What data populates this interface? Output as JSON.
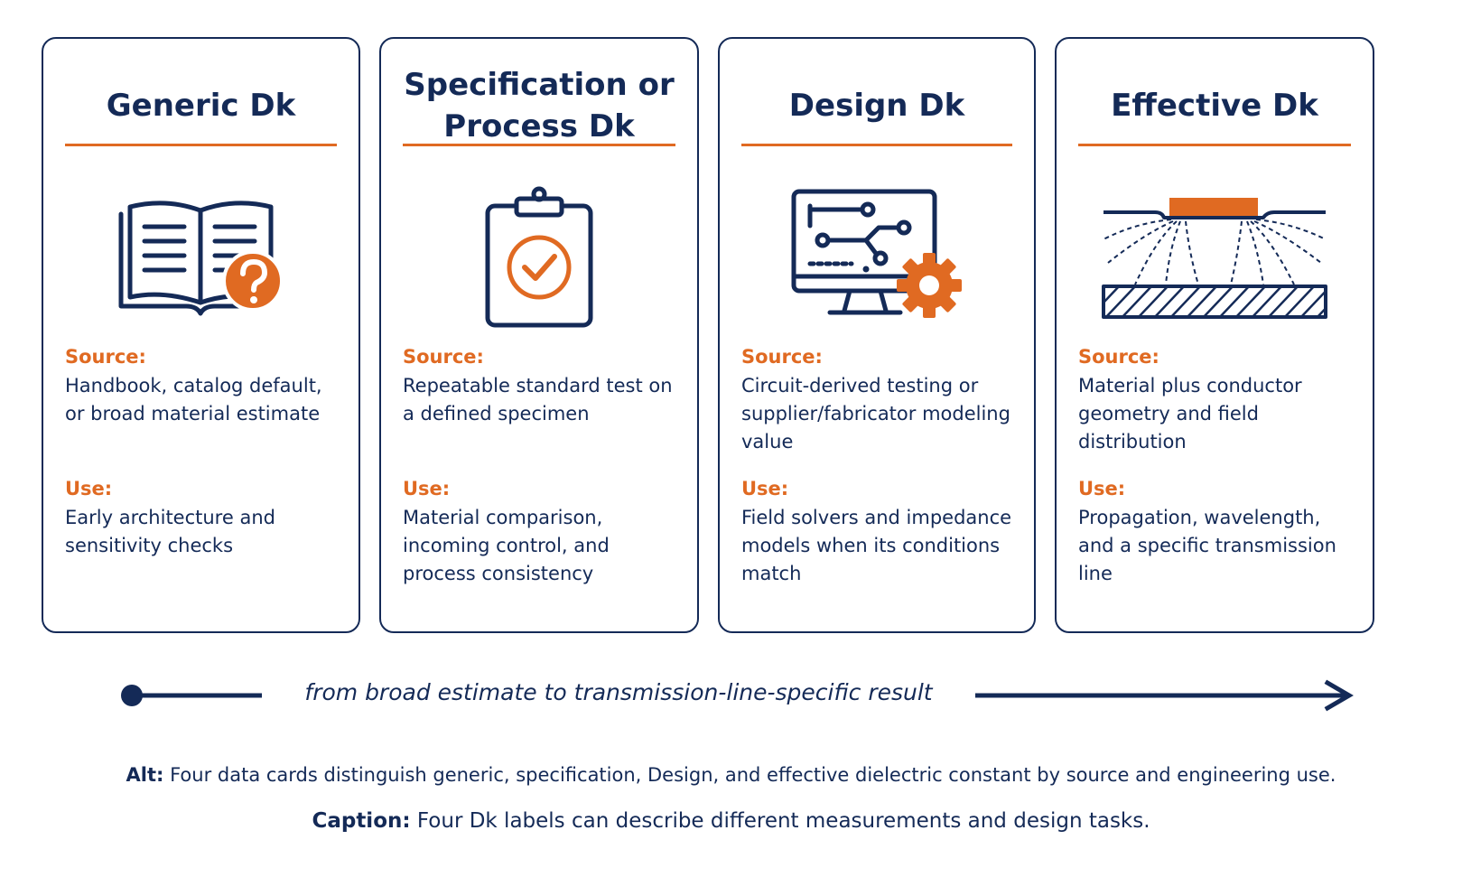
{
  "cards": [
    {
      "title": "Generic Dk",
      "icon": "book-question-icon",
      "source_label": "Source:",
      "source_text": "Handbook, catalog default, or broad material estimate",
      "use_label": "Use:",
      "use_text": "Early architecture and sensitivity checks"
    },
    {
      "title": "Specification or\nProcess Dk",
      "icon": "clipboard-check-icon",
      "source_label": "Source:",
      "source_text": "Repeatable standard test on a defined specimen",
      "use_label": "Use:",
      "use_text": "Material comparison, incoming control, and process consistency"
    },
    {
      "title": "Design Dk",
      "icon": "monitor-circuit-gear-icon",
      "source_label": "Source:",
      "source_text": "Circuit-derived testing or supplier/fabricator modeling value",
      "use_label": "Use:",
      "use_text": "Field solvers and impedance models when its conditions match"
    },
    {
      "title": "Effective Dk",
      "icon": "transmission-line-field-icon",
      "source_label": "Source:",
      "source_text": "Material plus conductor geometry and field distribution",
      "use_label": "Use:",
      "use_text": "Propagation, wavelength, and a specific transmission line"
    }
  ],
  "flow": {
    "label": "from broad estimate to transmission-line-specific result"
  },
  "notes": {
    "alt_label": "Alt:",
    "alt_text": "Four data cards distinguish generic, specification, Design, and effective dielectric constant by source and engineering use.",
    "caption_label": "Caption:",
    "caption_text": "Four Dk labels can describe different measurements and design tasks."
  },
  "colors": {
    "navy": "#142a57",
    "accent_orange": "#e06a22",
    "background": "#ffffff"
  }
}
